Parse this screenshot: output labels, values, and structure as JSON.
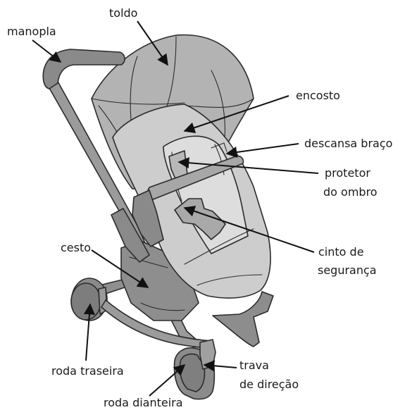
{
  "labels": {
    "toldo": "toldo",
    "manopla": "manopla",
    "encosto": "encosto",
    "descansa_braco": "descansa braço",
    "protetor_line1": "protetor",
    "protetor_line2": "do ombro",
    "cesto": "cesto",
    "cinto_line1": "cinto de",
    "cinto_line2": "segurança",
    "roda_traseira": "roda traseira",
    "trava_line1": "trava",
    "trava_line2": "de direção",
    "roda_dianteira": "roda dianteira"
  },
  "colors": {
    "canopy": "#aeaeae",
    "seat": "#cfcfcf",
    "seat_inner": "#dedede",
    "frame": "#8a8a8a",
    "dark": "#7a7a7a",
    "line": "#111111"
  }
}
